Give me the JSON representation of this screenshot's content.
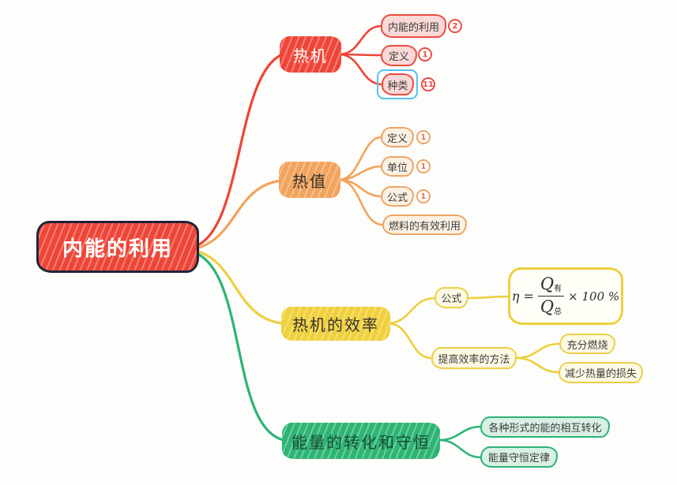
{
  "palette": {
    "red": "#ee4537",
    "pink": "#f9d8d6",
    "orange": "#f2a35c",
    "cream": "#fcf1e2",
    "yellow": "#f0d03c",
    "light_yellow": "#fdf9e3",
    "green": "#2db573",
    "mint": "#d9f0e4",
    "selection_blue": "#5ac0ee",
    "root_border": "#23233a"
  },
  "root": {
    "label": "内能的利用"
  },
  "branches": [
    {
      "label": "热机",
      "color": "#ee4537",
      "children": [
        {
          "label": "内能的利用",
          "badge": "2"
        },
        {
          "label": "定义",
          "badge": "1"
        },
        {
          "label": "种类",
          "badge": "11",
          "selected": true
        }
      ]
    },
    {
      "label": "热值",
      "color": "#f2a35c",
      "children": [
        {
          "label": "定义",
          "badge": "1"
        },
        {
          "label": "单位",
          "badge": "1"
        },
        {
          "label": "公式",
          "badge": "1"
        },
        {
          "label": "燃料的有效利用"
        }
      ]
    },
    {
      "label": "热机的效率",
      "color": "#f0d03c",
      "children": [
        {
          "label": "公式"
        },
        {
          "label": "提高效率的方法",
          "children": [
            {
              "label": "充分燃烧"
            },
            {
              "label": "减少热量的损失"
            }
          ]
        }
      ]
    },
    {
      "label": "能量的转化和守恒",
      "color": "#2db573",
      "children": [
        {
          "label": "各种形式的能的相互转化"
        },
        {
          "label": "能量守恒定律"
        }
      ]
    }
  ],
  "formula": {
    "lhs": "η =",
    "q_num": "Q",
    "sub_num": "有",
    "q_den": "Q",
    "sub_den": "总",
    "rhs": "× 100 %"
  }
}
